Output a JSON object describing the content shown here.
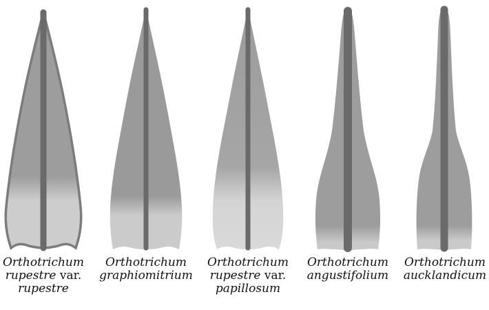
{
  "figure": {
    "colors": {
      "leaf_upper": "#9d9d9d",
      "leaf_lower": "#cdcdcd",
      "costa": "#6a6a6a",
      "margin": "#7c7c7c"
    },
    "leaves": [
      {
        "id": "rupestre-var-rupestre",
        "caption": {
          "l1": "Orthotrichum",
          "l2a": "rupestre",
          "l2b": " var.",
          "l3": "rupestre"
        },
        "icon": "leaf-outline-ovate-lanceolate"
      },
      {
        "id": "graphiomitrium",
        "caption": {
          "l1": "Orthotrichum",
          "l2a": "graphiomitrium",
          "l2b": "",
          "l3": ""
        },
        "icon": "leaf-outline-lanceolate"
      },
      {
        "id": "rupestre-var-papillosum",
        "caption": {
          "l1": "Orthotrichum",
          "l2a": "rupestre",
          "l2b": " var.",
          "l3": "papillosum"
        },
        "icon": "leaf-outline-lanceolate-papillose"
      },
      {
        "id": "angustifolium",
        "caption": {
          "l1": "Orthotrichum",
          "l2a": "angustifolium",
          "l2b": "",
          "l3": ""
        },
        "icon": "leaf-outline-narrow-ovate"
      },
      {
        "id": "aucklandicum",
        "caption": {
          "l1": "Orthotrichum",
          "l2a": "aucklandicum",
          "l2b": "",
          "l3": ""
        },
        "icon": "leaf-outline-narrow-panduriform"
      }
    ]
  }
}
